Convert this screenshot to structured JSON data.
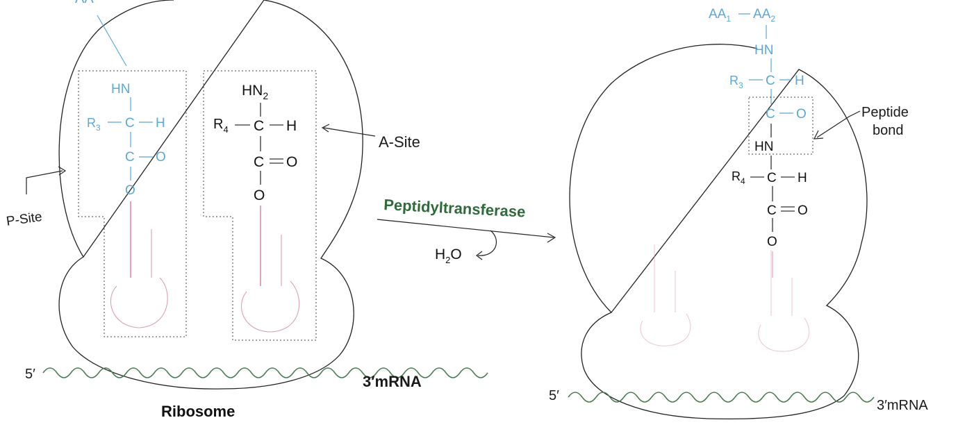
{
  "colors": {
    "peptidyl_chain": "#5aa8d8",
    "labels": "#1a1a1a",
    "mrna": "#4b7a52",
    "enzyme": "#2f6b3a",
    "trna": "#c76a8a"
  },
  "left": {
    "aa_chain_top": "AA",
    "p_chain": {
      "hn": "HN",
      "r": "R",
      "r_sub": "3",
      "c1": "C",
      "h": "H",
      "c2": "C",
      "o_side": "O",
      "o_link": "O"
    },
    "a_chain": {
      "hn": "HN",
      "hn_sub": "2",
      "r": "R",
      "r_sub": "4",
      "c1": "C",
      "h": "H",
      "c2": "C",
      "o_side": "O",
      "o_link": "O"
    },
    "a_site_label": "A-Site",
    "p_site_label": "P-Site",
    "mrna_5": "5′",
    "mrna_3": "3′mRNA",
    "caption": "Ribosome"
  },
  "reaction": {
    "enzyme": "Peptidyltransferase",
    "water": "H",
    "water_sub": "2",
    "water_o": "O"
  },
  "right": {
    "chain": {
      "aa1": "AA",
      "aa1_sub": "1",
      "aa2": "AA",
      "aa2_sub": "2"
    },
    "upper": {
      "hn": "HN",
      "r": "R",
      "r_sub": "3",
      "c1": "C",
      "h": "H",
      "c2": "C",
      "o": "O"
    },
    "lower": {
      "hn": "HN",
      "r": "R",
      "r_sub": "4",
      "c1": "C",
      "h": "H",
      "c2": "C",
      "o_side": "O",
      "o_link": "O"
    },
    "peptide_label_1": "Peptide",
    "peptide_label_2": "bond",
    "mrna_5": "5′",
    "mrna_3": "3′mRNA"
  }
}
